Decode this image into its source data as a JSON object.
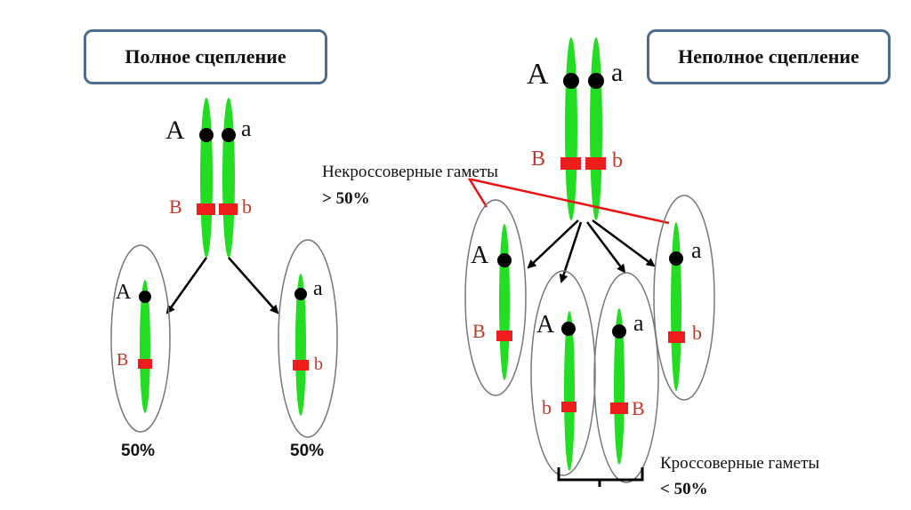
{
  "complete": {
    "title": "Полное сцепление",
    "parent": {
      "top_left": "A",
      "top_right": "a",
      "bottom_left": "B",
      "bottom_right": "b"
    },
    "gamete_left": {
      "top": "A",
      "bottom": "B",
      "percent": "50%"
    },
    "gamete_right": {
      "top": "a",
      "bottom": "b",
      "percent": "50%"
    }
  },
  "incomplete": {
    "title": "Неполное сцепление",
    "parent": {
      "top_left": "A",
      "top_right": "a",
      "bottom_left": "B",
      "bottom_right": "b"
    },
    "noncrossover_label": "Некроссоверные гаметы",
    "noncrossover_percent": "> 50%",
    "crossover_label": "Кроссоверные гаметы",
    "crossover_percent": "< 50%",
    "gametes": [
      {
        "top": "A",
        "bottom": "B"
      },
      {
        "top": "A",
        "bottom": "b"
      },
      {
        "top": "a",
        "bottom": "B"
      },
      {
        "top": "a",
        "bottom": "b"
      }
    ]
  },
  "colors": {
    "chromatid": "#22dd22",
    "centromere": "#000000",
    "gene": "#ee1c1c",
    "gene_label": "#c0392b",
    "pointer": "#ee1111",
    "box_border": "#4f6b8f"
  }
}
